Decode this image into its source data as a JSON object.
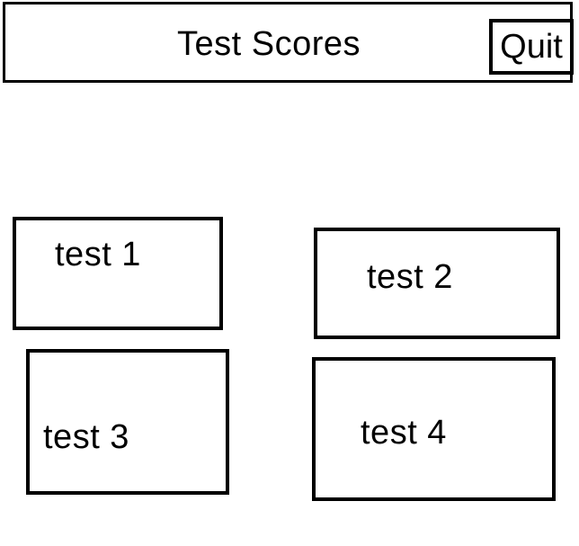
{
  "header": {
    "title": "Test Scores",
    "quit_label": "Quit"
  },
  "tests": [
    {
      "label": "test 1"
    },
    {
      "label": "test 2"
    },
    {
      "label": "test 3"
    },
    {
      "label": "test 4"
    }
  ]
}
